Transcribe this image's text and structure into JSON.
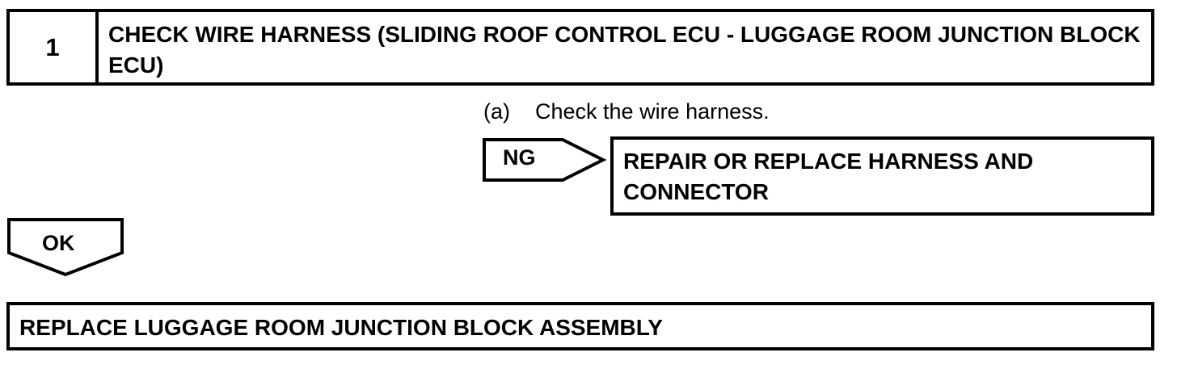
{
  "step": {
    "number": "1",
    "title": "CHECK WIRE HARNESS (SLIDING ROOF CONTROL ECU - LUGGAGE ROOM JUNCTION BLOCK ECU)"
  },
  "instruction": {
    "label": "(a)",
    "text": "Check the wire harness."
  },
  "ng_branch": {
    "label": "NG",
    "result": "REPAIR OR REPLACE HARNESS AND CONNECTOR"
  },
  "ok_branch": {
    "label": "OK"
  },
  "final_action": {
    "text": "REPLACE LUGGAGE ROOM JUNCTION BLOCK ASSEMBLY"
  }
}
